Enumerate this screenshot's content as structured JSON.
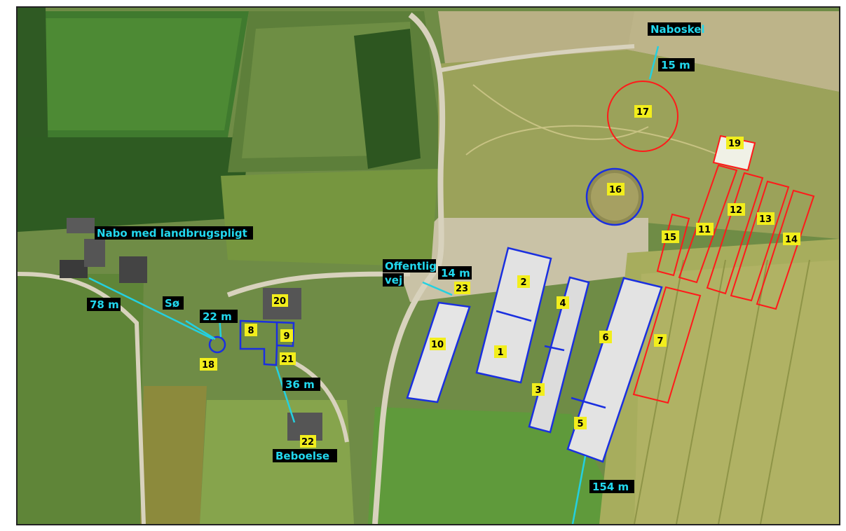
{
  "colors": {
    "existing_outline": "#1a2fe0",
    "planned_outline": "#ff1a1a",
    "number_bg": "#f2ee1c",
    "distance_line": "#24d0e0",
    "distance_text": "#22d8ee",
    "label_bg": "#000000"
  },
  "annotations": {
    "naboskel": "Naboskel",
    "d15": "15 m",
    "nabo": "Nabo med landbrugspligt",
    "d78": "78 m",
    "so": "Sø",
    "d22": "22 m",
    "offentlig_line1": "Offentlig",
    "offentlig_line2": "vej",
    "d14": "14 m",
    "d36": "36 m",
    "beboelse": "Beboelse",
    "d154": "154 m"
  },
  "buildings": {
    "b1": "1",
    "b2": "2",
    "b3": "3",
    "b4": "4",
    "b5": "5",
    "b6": "6",
    "b7": "7",
    "b8": "8",
    "b9": "9",
    "b10": "10",
    "b11": "11",
    "b12": "12",
    "b13": "13",
    "b14": "14",
    "b15": "15",
    "b16": "16",
    "b17": "17",
    "b18": "18",
    "b19": "19",
    "b20": "20",
    "b21": "21",
    "b22": "22",
    "b23": "23"
  }
}
